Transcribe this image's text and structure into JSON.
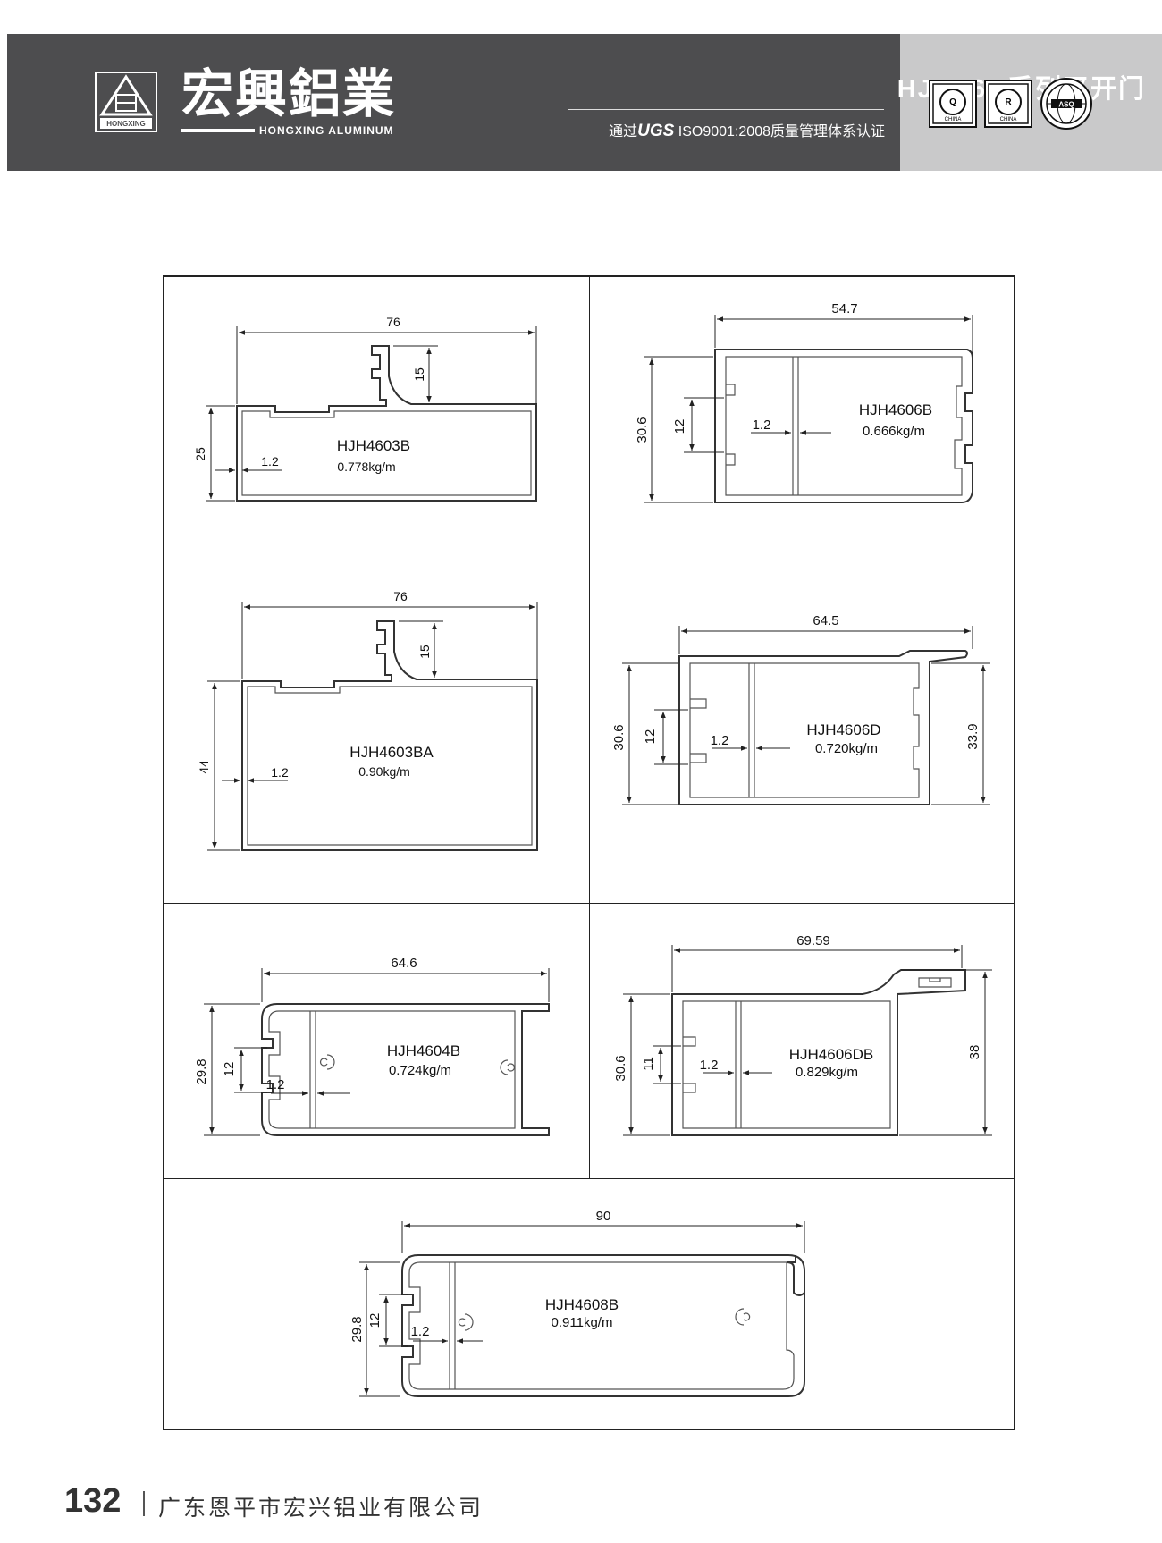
{
  "header": {
    "brand_cn": "宏興鋁業",
    "brand_en": "HONGXING ALUMINUM",
    "logo_text": "HONGXING",
    "series_title": "HJH46B系列平开门",
    "cert_prefix": "通过",
    "cert_mark": "UGS",
    "cert_text": "ISO9001:2008质量管理体系认证",
    "badges": [
      {
        "letter": "Q",
        "label": "CHINA"
      },
      {
        "letter": "R",
        "label": "CHINA"
      },
      {
        "letter": "ASQ",
        "label": ""
      }
    ]
  },
  "profiles": [
    {
      "model": "HJH4603B",
      "weight": "0.778kg/m",
      "dims": {
        "width": "76",
        "top": "15",
        "height": "25",
        "wall": "1.2"
      }
    },
    {
      "model": "HJH4606B",
      "weight": "0.666kg/m",
      "dims": {
        "width": "54.7",
        "height": "30.6",
        "slot": "12",
        "wall": "1.2"
      }
    },
    {
      "model": "HJH4603BA",
      "weight": "0.90kg/m",
      "dims": {
        "width": "76",
        "top": "15",
        "height": "44",
        "wall": "1.2"
      }
    },
    {
      "model": "HJH4606D",
      "weight": "0.720kg/m",
      "dims": {
        "width": "64.5",
        "height": "30.6",
        "slot": "12",
        "wall": "1.2",
        "right_height": "33.9"
      }
    },
    {
      "model": "HJH4604B",
      "weight": "0.724kg/m",
      "dims": {
        "width": "64.6",
        "height": "29.8",
        "slot": "12",
        "wall": "1.2"
      }
    },
    {
      "model": "HJH4606DB",
      "weight": "0.829kg/m",
      "dims": {
        "width": "69.59",
        "height": "30.6",
        "slot": "11",
        "wall": "1.2",
        "right_height": "38"
      }
    },
    {
      "model": "HJH4608B",
      "weight": "0.911kg/m",
      "dims": {
        "width": "90",
        "height": "29.8",
        "slot": "12",
        "wall": "1.2"
      }
    }
  ],
  "footer": {
    "page_number": "132",
    "company": "广东恩平市宏兴铝业有限公司"
  }
}
